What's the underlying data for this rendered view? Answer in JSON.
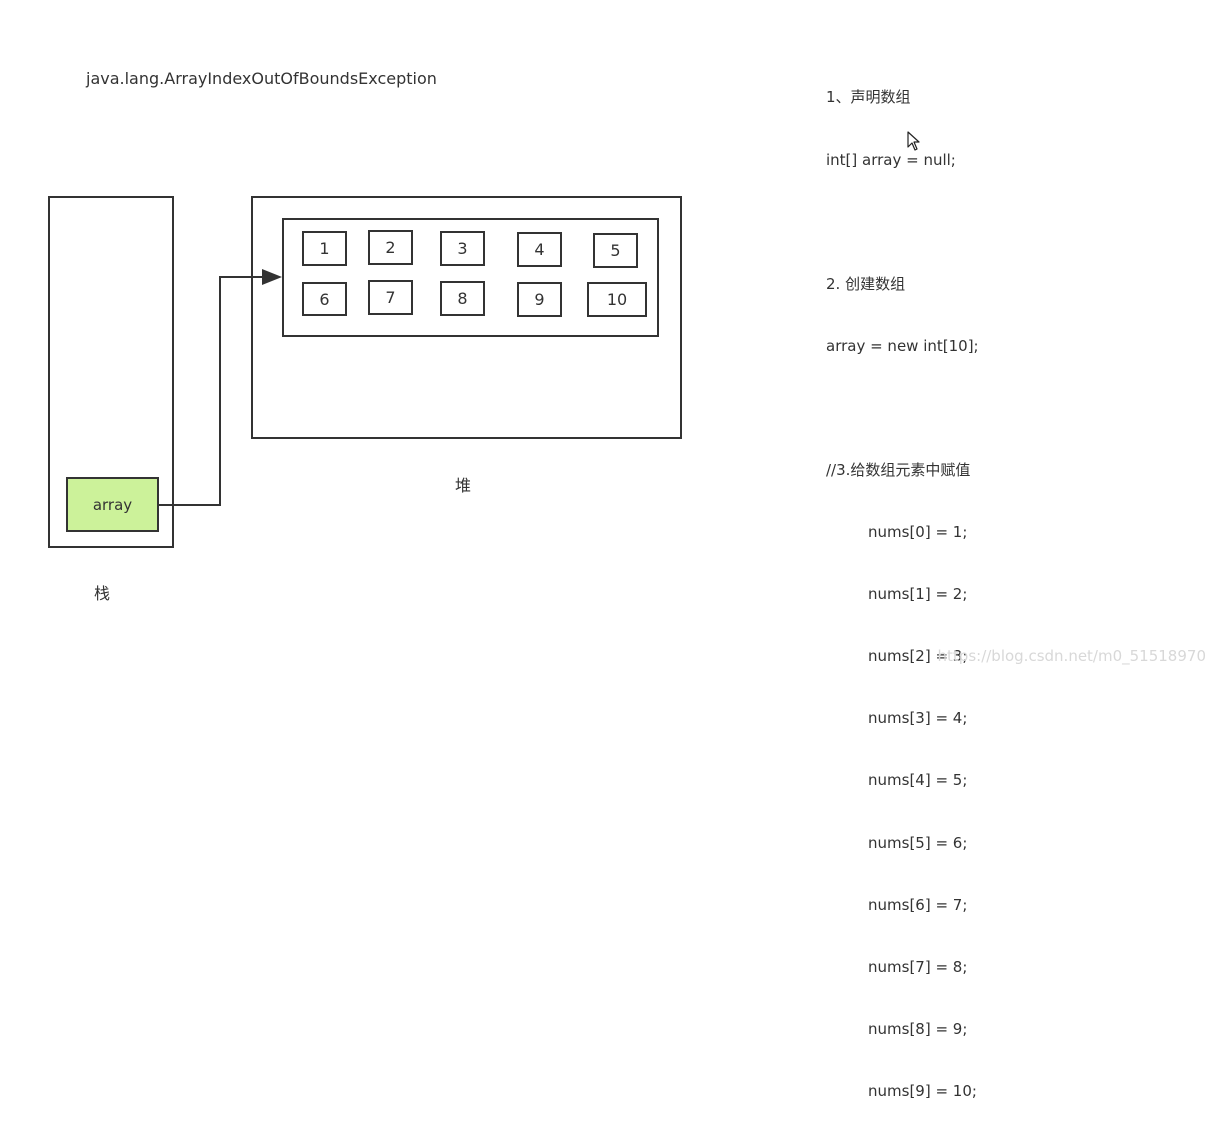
{
  "exception_text": "java.lang.ArrayIndexOutOfBoundsException",
  "stack": {
    "label": "栈",
    "reference_label": "array",
    "reference_color": "#ccf29a"
  },
  "heap": {
    "label": "堆",
    "cells": [
      "1",
      "2",
      "3",
      "4",
      "5",
      "6",
      "7",
      "8",
      "9",
      "10"
    ]
  },
  "code": {
    "lines": [
      "1、声明数组",
      "int[] array = null;",
      "",
      "2. 创建数组",
      "array = new int[10];",
      "",
      "//3.给数组元素中赋值"
    ],
    "assignments": [
      "nums[0] = 1;",
      "nums[1] = 2;",
      "nums[2] = 3;",
      "nums[3] = 4;",
      "nums[4] = 5;",
      "nums[5] = 6;",
      "nums[6] = 7;",
      "nums[7] = 8;",
      "nums[8] = 9;",
      "nums[9] = 10;"
    ]
  },
  "watermark": "https://blog.csdn.net/m0_51518970",
  "colors": {
    "stroke": "#333333",
    "watermark": "#d8d8d8"
  },
  "icons": {
    "cursor": "mouse-pointer-icon"
  }
}
